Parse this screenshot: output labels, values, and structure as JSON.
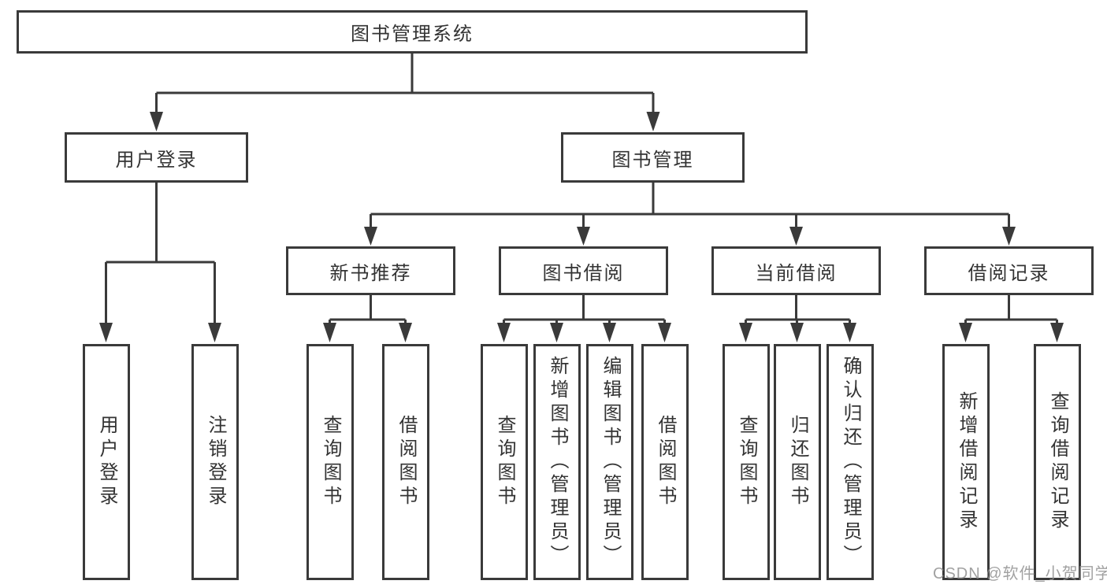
{
  "diagram": {
    "tree": {
      "label": "图书管理系统",
      "children": [
        {
          "label": "用户登录",
          "children": [
            {
              "label": "用户登录"
            },
            {
              "label": "注销登录"
            }
          ]
        },
        {
          "label": "图书管理",
          "children": [
            {
              "label": "新书推荐",
              "children": [
                {
                  "label": "查询图书"
                },
                {
                  "label": "借阅图书"
                }
              ]
            },
            {
              "label": "图书借阅",
              "children": [
                {
                  "label": "查询图书"
                },
                {
                  "label": "新增图书（管理员）"
                },
                {
                  "label": "编辑图书（管理员）"
                },
                {
                  "label": "借阅图书"
                }
              ]
            },
            {
              "label": "当前借阅",
              "children": [
                {
                  "label": "查询图书"
                },
                {
                  "label": "归还图书"
                },
                {
                  "label": "确认归还（管理员）"
                }
              ]
            },
            {
              "label": "借阅记录",
              "children": [
                {
                  "label": "新增借阅记录"
                },
                {
                  "label": "查询借阅记录"
                }
              ]
            }
          ]
        }
      ]
    },
    "colors": {
      "line": "#3a3a3a",
      "text": "#333333",
      "background": "#ffffff",
      "watermark_color": "#919191"
    }
  },
  "watermark": {
    "text": "CSDN @软件_小贺同学"
  }
}
